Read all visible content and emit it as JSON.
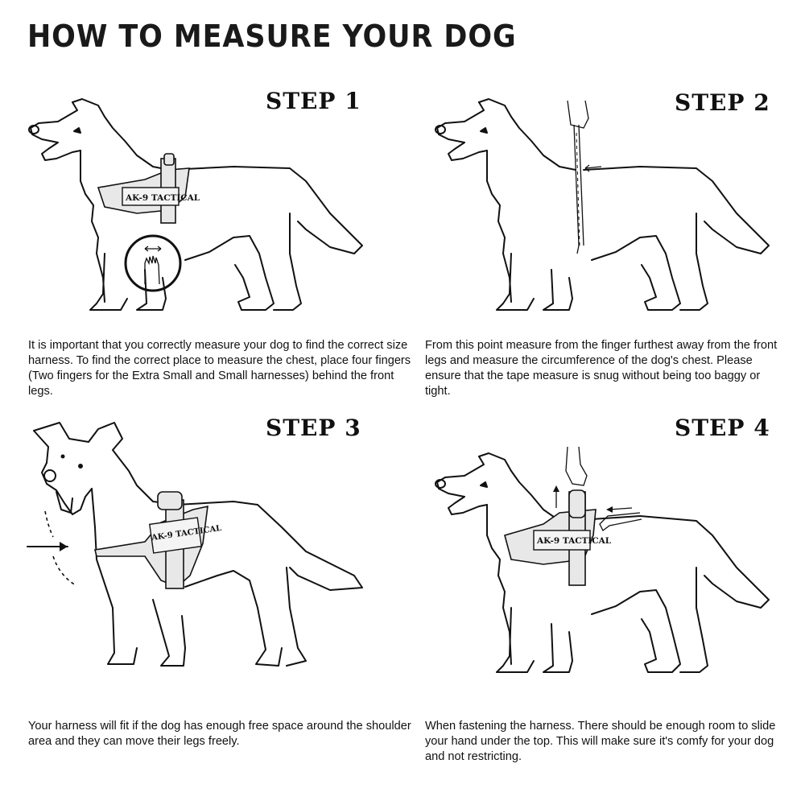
{
  "page": {
    "title": "HOW TO MEASURE YOUR DOG"
  },
  "steps": [
    {
      "heading": "STEP 1",
      "description": "It is important that you correctly measure your dog to find the correct size harness. To find the correct place to measure the chest, place four fingers (Two fingers for the Extra Small and Small harnesses) behind the front legs.",
      "illustration": "dog-with-harness-four-fingers-behind-front-legs",
      "harness_label": "AK-9 TACTICAL"
    },
    {
      "heading": "STEP 2",
      "description": "From this point measure from the finger furthest away from the front legs and measure the circumference of the dog's chest. Please ensure that the tape measure is snug without being too baggy or tight.",
      "illustration": "dog-with-tape-measure-around-chest"
    },
    {
      "heading": "STEP 3",
      "description": "Your harness will fit if the dog has enough free space around the shoulder area and they can move their legs freely.",
      "illustration": "dog-with-harness-shoulder-space-arrow",
      "harness_label": "AK-9 TACTICAL"
    },
    {
      "heading": "STEP 4",
      "description": "When fastening the harness. There should be enough room to slide your hand under the top. This will make sure it's comfy for your dog and not restricting.",
      "illustration": "hand-sliding-under-harness-top",
      "harness_label": "AK-9 TACTICAL"
    }
  ],
  "icons": {
    "arrow": "arrow-icon",
    "hand": "hand-icon",
    "tape_measure": "tape-measure-icon"
  },
  "colors": {
    "background": "#ffffff",
    "ink": "#111111",
    "harness_fill": "#e8e8e8"
  }
}
